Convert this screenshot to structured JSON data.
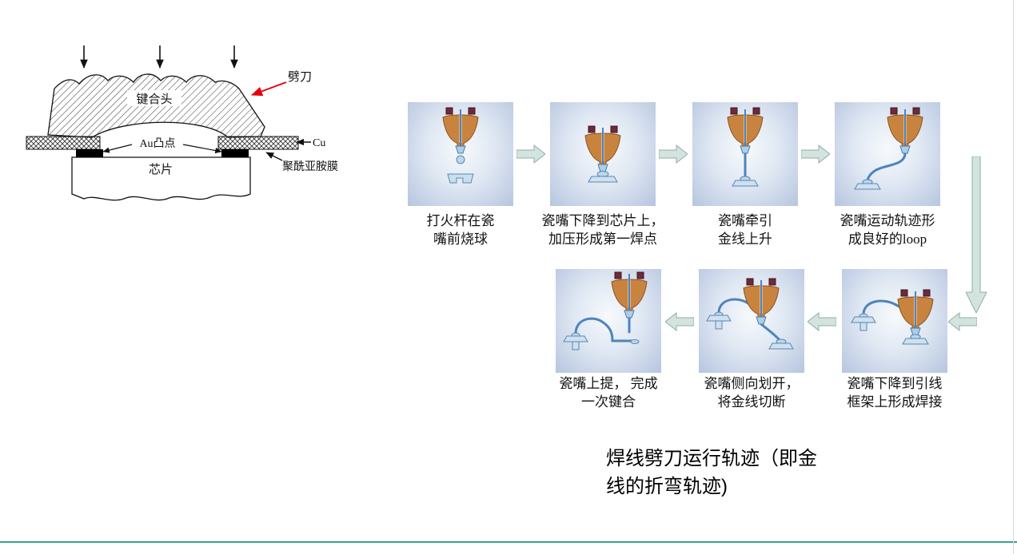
{
  "left_diagram": {
    "head_label": "键合头",
    "tool_label": "劈刀",
    "bump_label": "Au凸点",
    "chip_label": "芯片",
    "cu_label": "Cu",
    "film_label": "聚酰亚胺膜"
  },
  "flow": {
    "top_steps": [
      {
        "caption": "打火杆在瓷\n嘴前烧球"
      },
      {
        "caption": "瓷嘴下降到芯片上，\n加压形成第一焊点"
      },
      {
        "caption": "瓷嘴牵引\n金线上升"
      },
      {
        "caption": "瓷嘴运动轨迹形\n成良好的loop"
      }
    ],
    "bottom_steps": [
      {
        "caption": "瓷嘴上提， 完成\n一次键合"
      },
      {
        "caption": "瓷嘴侧向划开，\n将金线切断"
      },
      {
        "caption": "瓷嘴下降到引线\n框架上形成焊接"
      }
    ]
  },
  "caption": "焊线劈刀运行轨迹（即金\n线的折弯轨迹)",
  "colors": {
    "accent_line": "#3d9e8c",
    "arrow_fill": "#d2e4df",
    "arrow_stroke": "#93aca6",
    "tool_label_red": "#e8000b"
  }
}
